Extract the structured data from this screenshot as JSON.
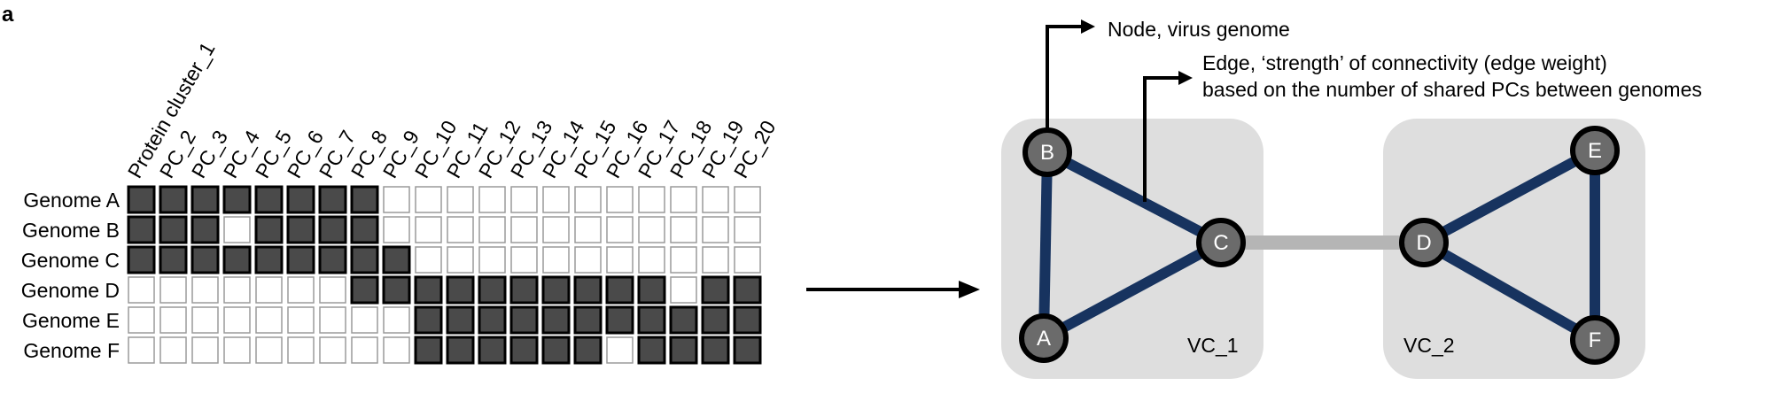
{
  "panel_label": "a",
  "matrix": {
    "columns": [
      "Protein cluster_1",
      "PC_2",
      "PC_3",
      "PC_4",
      "PC_5",
      "PC_6",
      "PC_7",
      "PC_8",
      "PC_9",
      "PC_10",
      "PC_11",
      "PC_12",
      "PC_13",
      "PC_14",
      "PC_15",
      "PC_16",
      "PC_17",
      "PC_18",
      "PC_19",
      "PC_20"
    ],
    "rows": [
      {
        "label": "Genome A",
        "cells": [
          1,
          1,
          1,
          1,
          1,
          1,
          1,
          1,
          0,
          0,
          0,
          0,
          0,
          0,
          0,
          0,
          0,
          0,
          0,
          0
        ]
      },
      {
        "label": "Genome B",
        "cells": [
          1,
          1,
          1,
          0,
          1,
          1,
          1,
          1,
          0,
          0,
          0,
          0,
          0,
          0,
          0,
          0,
          0,
          0,
          0,
          0
        ]
      },
      {
        "label": "Genome C",
        "cells": [
          1,
          1,
          1,
          1,
          1,
          1,
          1,
          1,
          1,
          0,
          0,
          0,
          0,
          0,
          0,
          0,
          0,
          0,
          0,
          0
        ]
      },
      {
        "label": "Genome D",
        "cells": [
          0,
          0,
          0,
          0,
          0,
          0,
          0,
          1,
          1,
          1,
          1,
          1,
          1,
          1,
          1,
          1,
          1,
          0,
          1,
          1
        ]
      },
      {
        "label": "Genome E",
        "cells": [
          0,
          0,
          0,
          0,
          0,
          0,
          0,
          0,
          0,
          1,
          1,
          1,
          1,
          1,
          1,
          1,
          1,
          1,
          1,
          1
        ]
      },
      {
        "label": "Genome F",
        "cells": [
          0,
          0,
          0,
          0,
          0,
          0,
          0,
          0,
          0,
          1,
          1,
          1,
          1,
          1,
          1,
          0,
          1,
          1,
          1,
          1
        ]
      }
    ],
    "filled_color": "#4a4a4a",
    "empty_color": "#ffffff"
  },
  "network": {
    "annotations": {
      "node": "Node, virus genome",
      "edge_line1": "Edge, ‘strength’ of connectivity (edge weight)",
      "edge_line2": "based on the number of shared PCs between genomes"
    },
    "clusters": [
      {
        "id": "vc1",
        "label": "VC_1"
      },
      {
        "id": "vc2",
        "label": "VC_2"
      }
    ],
    "nodes": [
      {
        "id": "A",
        "label": "A"
      },
      {
        "id": "B",
        "label": "B"
      },
      {
        "id": "C",
        "label": "C"
      },
      {
        "id": "D",
        "label": "D"
      },
      {
        "id": "E",
        "label": "E"
      },
      {
        "id": "F",
        "label": "F"
      }
    ],
    "edges": [
      {
        "from": "B",
        "to": "A",
        "type": "strong"
      },
      {
        "from": "B",
        "to": "C",
        "type": "strong"
      },
      {
        "from": "A",
        "to": "C",
        "type": "strong"
      },
      {
        "from": "C",
        "to": "D",
        "type": "weak"
      },
      {
        "from": "D",
        "to": "E",
        "type": "strong"
      },
      {
        "from": "D",
        "to": "F",
        "type": "strong"
      },
      {
        "from": "E",
        "to": "F",
        "type": "strong"
      }
    ],
    "colors": {
      "strong_edge": "#17335f",
      "weak_edge": "#b5b5b5",
      "node_fill": "#6b6b6b",
      "node_stroke": "#000000",
      "cluster_fill": "#dedede"
    }
  }
}
